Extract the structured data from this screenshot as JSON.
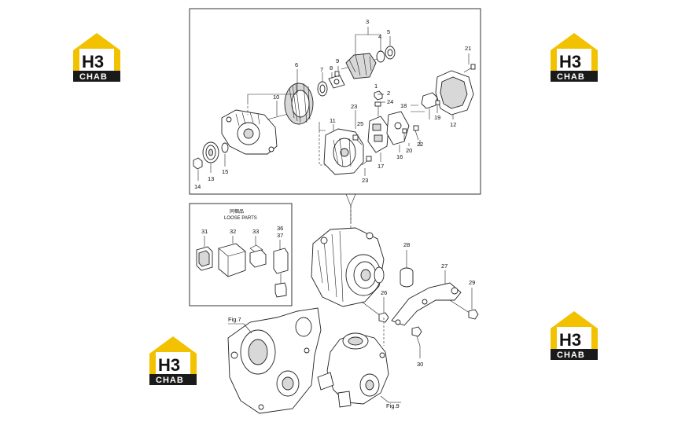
{
  "logo": {
    "mark": "H3",
    "wordmark": "CHAB"
  },
  "loose_parts": {
    "title_jp": "同梱品",
    "title_en": "LOOSE PARTS"
  },
  "figure_refs": {
    "fig7": "Fig.7",
    "fig9": "Fig.9"
  },
  "callouts": {
    "c1": "1",
    "c2": "2",
    "c3": "3",
    "c4": "4",
    "c5": "5",
    "c6": "6",
    "c7": "7",
    "c8": "8",
    "c9": "9",
    "c10": "10",
    "c11": "11",
    "c12": "12",
    "c13": "13",
    "c14": "14",
    "c15": "15",
    "c16": "16",
    "c17": "17",
    "c18": "18",
    "c19": "19",
    "c20": "20",
    "c21": "21",
    "c22": "22",
    "c23a": "23",
    "c23b": "23",
    "c24": "24",
    "c25": "25",
    "c26": "26",
    "c27": "27",
    "c28": "28",
    "c29": "29",
    "c30": "30",
    "c31": "31",
    "c32": "32",
    "c33": "33",
    "c36": "36",
    "c37": "37"
  },
  "colors": {
    "logo_yellow": "#f2c200",
    "logo_dark": "#1a1a1a",
    "line": "#222222"
  }
}
